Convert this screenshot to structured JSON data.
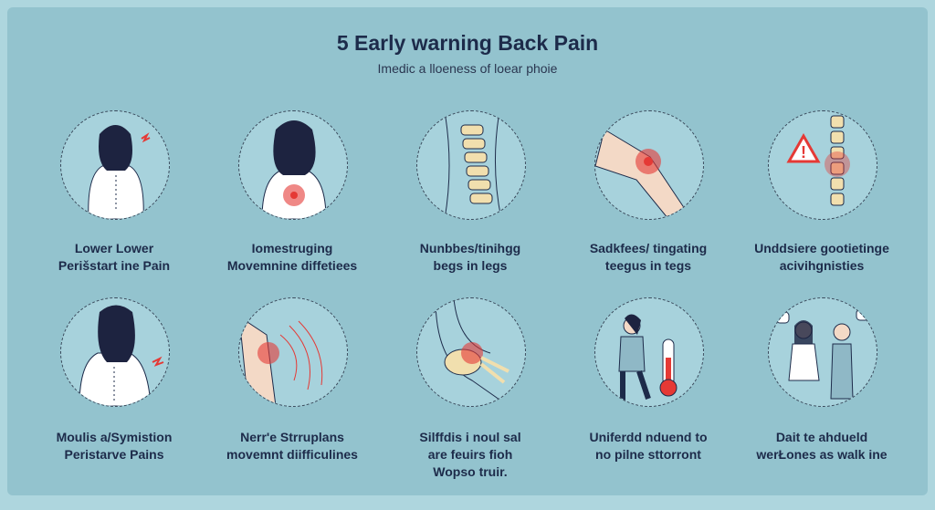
{
  "header": {
    "title": "5 Early warning Back Pain",
    "subtitle": "Imedic a lloeness of loear phoie"
  },
  "items": [
    {
      "line1": "Lower Lower",
      "line2": "Perišstart ine Pain",
      "icon": "woman-back-pain-icon"
    },
    {
      "line1": "Iomestruging",
      "line2": "Movemnine diffetiees",
      "icon": "woman-lower-back-icon"
    },
    {
      "line1": "Nunbbes/tinihgg",
      "line2": "begs in legs",
      "icon": "spine-icon"
    },
    {
      "line1": "Sadkfees/ tingating",
      "line2": "teegus in tegs",
      "icon": "knee-pain-icon"
    },
    {
      "line1": "Unddsiere gootietinge",
      "line2": "acivihgnisties",
      "icon": "warning-spine-icon"
    },
    {
      "line1": "Moulis a/Symistion",
      "line2": "Peristarve Pains",
      "icon": "woman-back-icon"
    },
    {
      "line1": "Nerr'e Strruplans",
      "line2": "movemnt diifficulines",
      "icon": "leg-nerve-icon"
    },
    {
      "line1": "Silffdis i noul sal",
      "line2": "are feuirs fioh",
      "line3": "Wopso truir.",
      "icon": "hip-pain-icon"
    },
    {
      "line1": "Uniferdd nduend to",
      "line2": "no pilne sttorront",
      "icon": "fever-thermometer-icon"
    },
    {
      "line1": "Dait te ahdueld",
      "line2": "werŁones as walk ine",
      "icon": "two-people-icon"
    }
  ],
  "colors": {
    "background": "#93c3ce",
    "text": "#1d2b4a",
    "pain": "#e53935"
  }
}
